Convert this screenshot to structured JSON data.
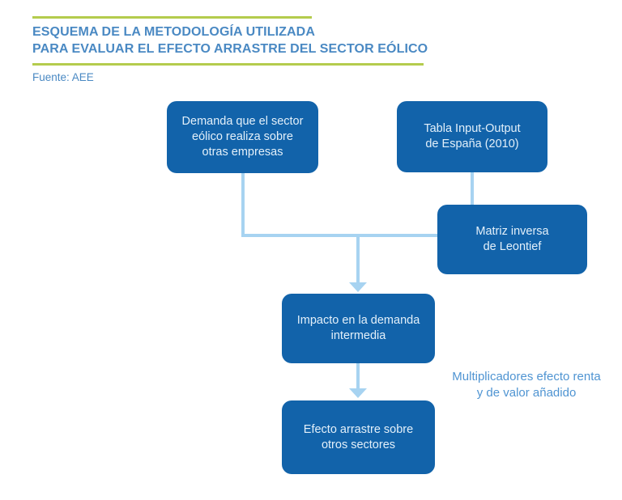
{
  "header": {
    "title": "ESQUEMA DE LA METODOLOGÍA UTILIZADA\nPARA EVALUAR EL EFECTO ARRASTRE DEL SECTOR EÓLICO",
    "source": "Fuente: AEE"
  },
  "colors": {
    "box_blue": "#1263aa",
    "box_text": "#e3f0fa",
    "connector_blue": "#a7d3f1",
    "accent_green": "#b4cc4d",
    "title_blue": "#4a89c3",
    "note_blue": "#4f94d2"
  },
  "diagram": {
    "type": "flowchart",
    "nodes": [
      {
        "id": "demanda",
        "label": "Demanda que el sector\neólico realiza sobre\notras empresas"
      },
      {
        "id": "tabla",
        "label": "Tabla Input-Output\nde España (2010)"
      },
      {
        "id": "matriz",
        "label": "Matriz inversa\nde Leontief"
      },
      {
        "id": "impacto",
        "label": "Impacto en la demanda\nintermedia"
      },
      {
        "id": "efecto",
        "label": "Efecto arrastre sobre\notros sectores"
      }
    ],
    "edges": [
      {
        "from": "demanda",
        "to": "impacto"
      },
      {
        "from": "tabla",
        "to": "matriz"
      },
      {
        "from": "matriz",
        "to": "impacto"
      },
      {
        "from": "impacto",
        "to": "efecto"
      }
    ],
    "note": "Multiplicadores efecto renta\ny de valor añadido"
  }
}
